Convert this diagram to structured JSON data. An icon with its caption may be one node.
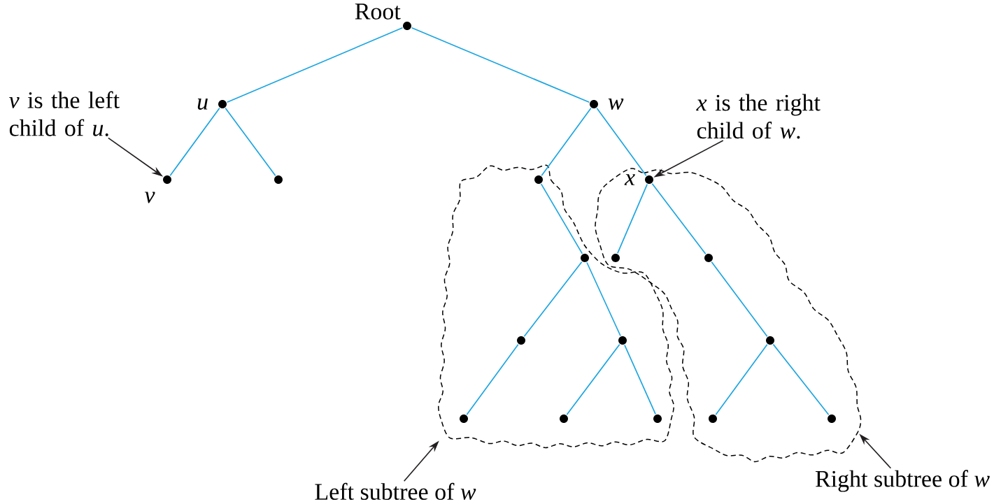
{
  "diagram": {
    "nodes": [
      {
        "text": [
          "Root"
        ]
      },
      {
        "text": [
          "u"
        ]
      },
      {
        "text": [
          "w"
        ]
      },
      {
        "text": [
          "v"
        ]
      },
      {
        "text": [],
        "shape": "circle"
      },
      {
        "text": [],
        "shape": "cloud"
      },
      {
        "text": [],
        "shape": "circle",
        "in": 5
      },
      {
        "text": [],
        "shape": "cloud"
      },
      {
        "text": [
          "x"
        ],
        "in": 7
      },
      {
        "text": [],
        "shape": "circle",
        "in": 5
      },
      {
        "text": [],
        "shape": "circle",
        "in": 7
      },
      {
        "text": [],
        "shape": "circle",
        "in": 7
      },
      {
        "text": [],
        "shape": "circle",
        "in": 5
      },
      {
        "text": [],
        "shape": "circle",
        "in": 5
      },
      {
        "text": [],
        "shape": "circle",
        "in": 7
      },
      {
        "text": [],
        "shape": "circle",
        "in": 5
      },
      {
        "text": [],
        "shape": "circle",
        "in": 5
      },
      {
        "text": [],
        "shape": "circle",
        "in": 5
      },
      {
        "text": [],
        "shape": "circle",
        "in": 7
      },
      {
        "text": [],
        "shape": "circle",
        "in": 7
      },
      {
        "text": [
          "*v* is the left child of *u*."
        ]
      },
      {
        "text": [
          "*x* is the right child of *w*."
        ]
      },
      {
        "text": [
          "Left subtree of *w*"
        ]
      },
      {
        "text": [
          "Right subtree of *w*"
        ]
      }
    ],
    "edges": [
      {
        "from": 0,
        "to": 1,
        "arrow": "none"
      },
      {
        "from": 0,
        "to": 2,
        "arrow": "none"
      },
      {
        "from": 1,
        "to": 3,
        "arrow": "none"
      },
      {
        "from": 1,
        "to": 4,
        "arrow": "none"
      },
      {
        "from": 2,
        "to": 6,
        "arrow": "none"
      },
      {
        "from": 2,
        "to": 8,
        "arrow": "none"
      },
      {
        "from": 6,
        "to": 9,
        "arrow": "none"
      },
      {
        "from": 8,
        "to": 10,
        "arrow": "none"
      },
      {
        "from": 8,
        "to": 11,
        "arrow": "none"
      },
      {
        "from": 9,
        "to": 12,
        "arrow": "none"
      },
      {
        "from": 9,
        "to": 13,
        "arrow": "none"
      },
      {
        "from": 11,
        "to": 14,
        "arrow": "none"
      },
      {
        "from": 12,
        "to": 15,
        "arrow": "none"
      },
      {
        "from": 13,
        "to": 16,
        "arrow": "none"
      },
      {
        "from": 13,
        "to": 17,
        "arrow": "none"
      },
      {
        "from": 14,
        "to": 18,
        "arrow": "none"
      },
      {
        "from": 14,
        "to": 19,
        "arrow": "none"
      },
      {
        "from": 20,
        "to": 3,
        "arrow": "to",
        "color": "#231f20"
      },
      {
        "from": 21,
        "to": 8,
        "arrow": "to",
        "color": "#231f20"
      },
      {
        "from": 22,
        "to": 5,
        "arrow": "to",
        "color": "#231f20"
      },
      {
        "from": 23,
        "to": 7,
        "arrow": "to",
        "color": "#231f20"
      }
    ]
  }
}
